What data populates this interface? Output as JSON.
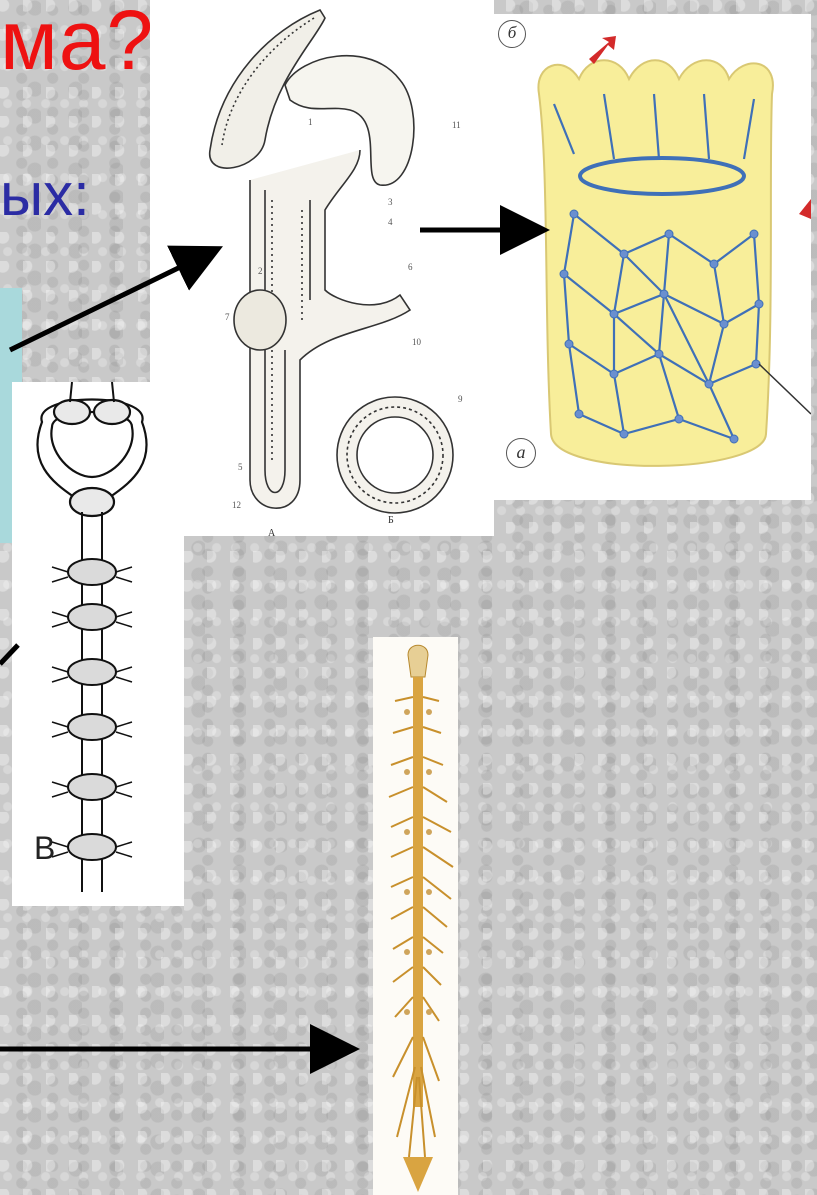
{
  "slide": {
    "title_fragment": "ма?",
    "subtitle_fragment": "ых:",
    "colors": {
      "title": "#ee1111",
      "subtitle": "#2b2ca4",
      "teal_box": "#a9d9dc",
      "nerve_net_body": "#f8ee9a",
      "nerve_net_lines": "#3f70b8",
      "spinal_cord": "#d9a441",
      "arrow": "#000000",
      "red_arrow": "#d32a2a"
    }
  },
  "figures": {
    "ladder": {
      "label": "В"
    },
    "nerve_net": {
      "label_b": "б",
      "label_a": "а"
    },
    "gut_section": {
      "label_a": "А",
      "label_b": "Б"
    }
  }
}
